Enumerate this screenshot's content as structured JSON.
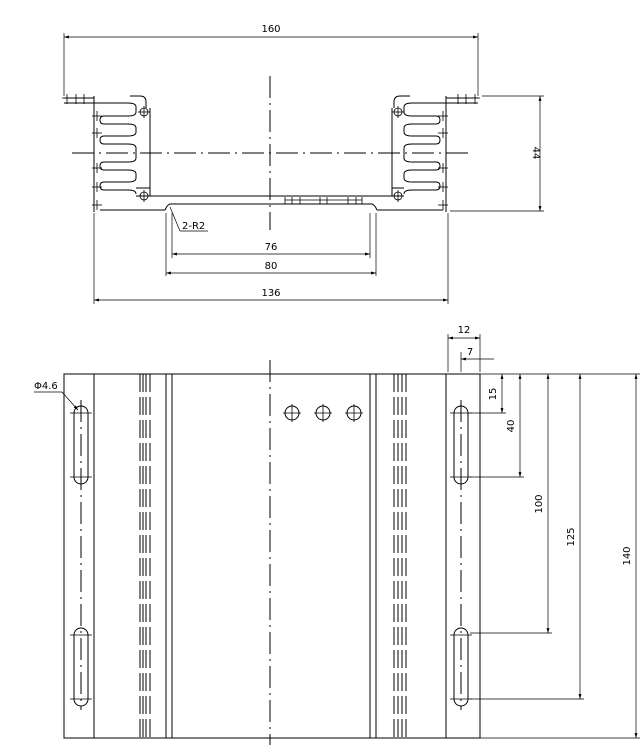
{
  "dimensions": {
    "top_width": "160",
    "height": "44",
    "radius": "2-R2",
    "inner_76": "76",
    "inner_80": "80",
    "base_136": "136",
    "offset_12": "12",
    "offset_7": "7",
    "hole_dia": "Φ4.6",
    "v_15": "15",
    "v_40": "40",
    "v_100": "100",
    "v_125": "125",
    "v_140": "140"
  }
}
